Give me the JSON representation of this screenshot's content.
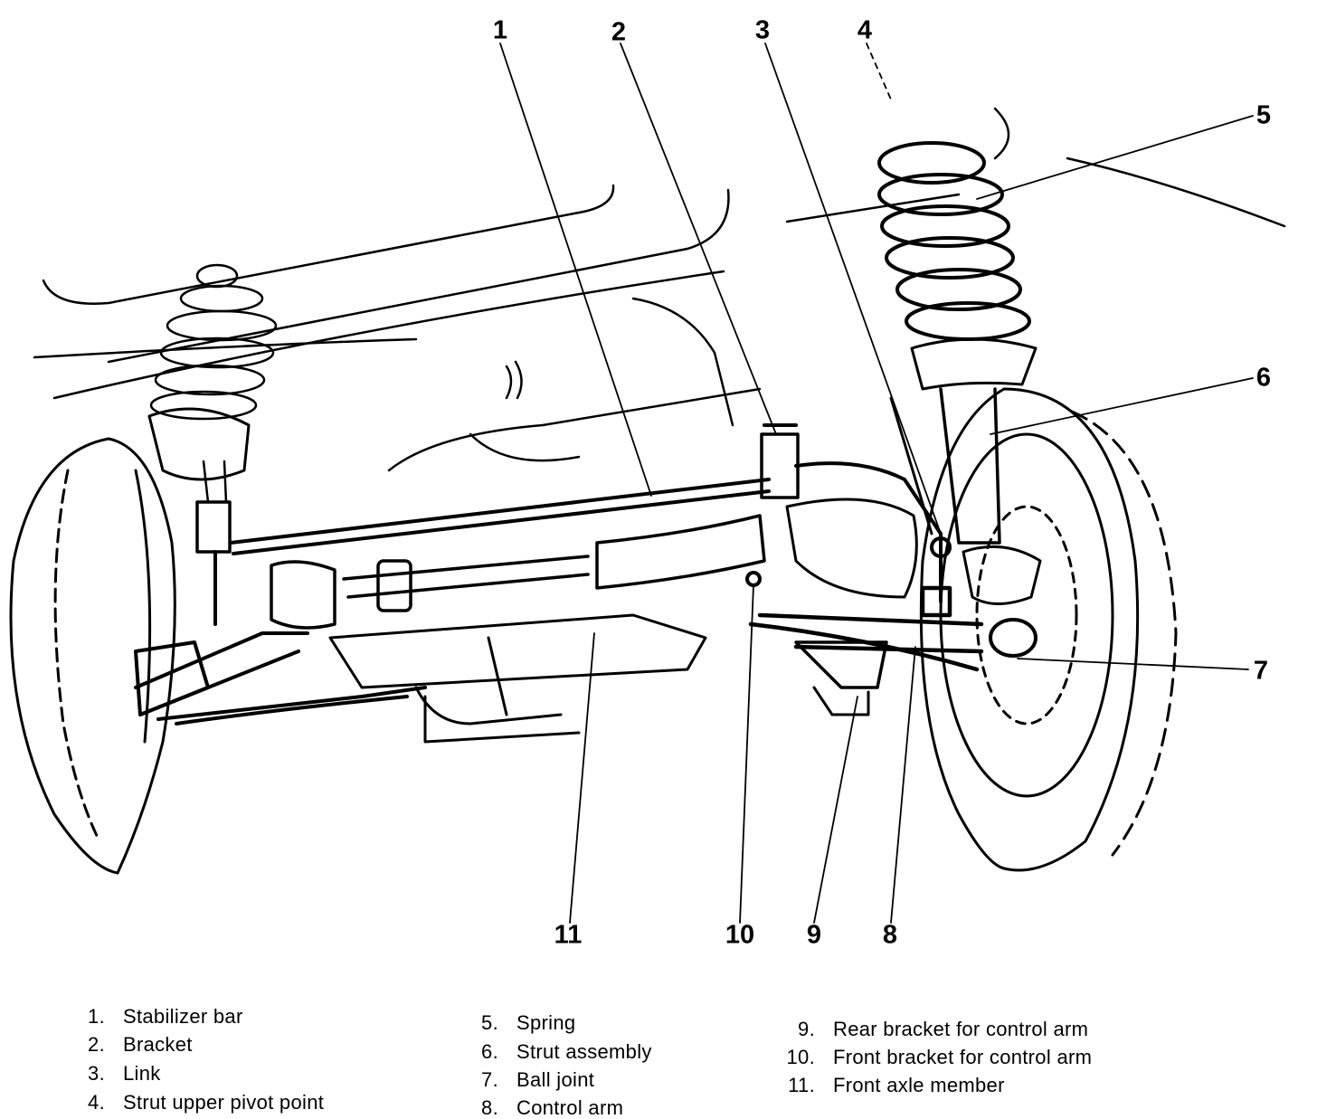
{
  "callouts": {
    "c1": "1",
    "c2": "2",
    "c3": "3",
    "c4": "4",
    "c5": "5",
    "c6": "6",
    "c7": "7",
    "c8": "8",
    "c9": "9",
    "c10": "10",
    "c11": "11"
  },
  "legend": [
    {
      "num": "1.",
      "label": "Stabilizer bar"
    },
    {
      "num": "2.",
      "label": "Bracket"
    },
    {
      "num": "3.",
      "label": "Link"
    },
    {
      "num": "4.",
      "label": "Strut upper pivot point"
    },
    {
      "num": "5.",
      "label": "Spring"
    },
    {
      "num": "6.",
      "label": "Strut assembly"
    },
    {
      "num": "7.",
      "label": "Ball joint"
    },
    {
      "num": "8.",
      "label": "Control arm"
    },
    {
      "num": "9.",
      "label": "Rear bracket for control arm"
    },
    {
      "num": "10.",
      "label": "Front bracket for control arm"
    },
    {
      "num": "11.",
      "label": "Front axle member"
    }
  ]
}
